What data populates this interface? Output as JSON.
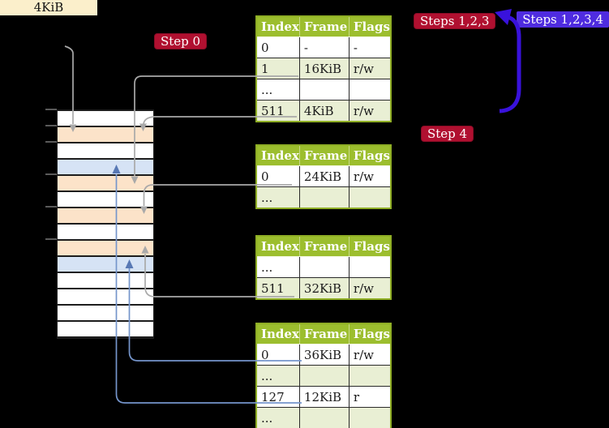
{
  "labels": {
    "frame_4kib": "4KiB",
    "step0": "Step 0",
    "step4": "Step 4",
    "steps123": "Steps 1,2,3",
    "steps1234": "Steps 1,2,3,4"
  },
  "tables": [
    {
      "name": "page-table-level-4",
      "headers": [
        "Index",
        "Frame",
        "Flags"
      ],
      "rows": [
        {
          "cells": [
            "0",
            "-",
            "-"
          ],
          "shade": "white",
          "highlight": false
        },
        {
          "cells": [
            "1",
            "16KiB",
            "r/w"
          ],
          "shade": "green",
          "highlight": false
        },
        {
          "cells": [
            "...",
            "",
            ""
          ],
          "shade": "white",
          "highlight": false
        },
        {
          "cells": [
            "511",
            "4KiB",
            "r/w"
          ],
          "shade": "green",
          "highlight": true
        }
      ]
    },
    {
      "name": "page-table-level-3",
      "headers": [
        "Index",
        "Frame",
        "Flags"
      ],
      "rows": [
        {
          "cells": [
            "0",
            "24KiB",
            "r/w"
          ],
          "shade": "white",
          "highlight": false
        },
        {
          "cells": [
            "...",
            "",
            ""
          ],
          "shade": "green",
          "highlight": false
        }
      ]
    },
    {
      "name": "page-table-level-2",
      "headers": [
        "Index",
        "Frame",
        "Flags"
      ],
      "rows": [
        {
          "cells": [
            "...",
            "",
            ""
          ],
          "shade": "white",
          "highlight": false
        },
        {
          "cells": [
            "511",
            "32KiB",
            "r/w"
          ],
          "shade": "green",
          "highlight": false
        }
      ]
    },
    {
      "name": "page-table-level-1",
      "headers": [
        "Index",
        "Frame",
        "Flags"
      ],
      "rows": [
        {
          "cells": [
            "0",
            "36KiB",
            "r/w"
          ],
          "shade": "white",
          "highlight": false
        },
        {
          "cells": [
            "...",
            "",
            ""
          ],
          "shade": "green",
          "highlight": false
        },
        {
          "cells": [
            "127",
            "12KiB",
            "r"
          ],
          "shade": "white",
          "highlight": false
        },
        {
          "cells": [
            "...",
            "",
            ""
          ],
          "shade": "green",
          "highlight": false
        }
      ]
    }
  ],
  "memory_strip": {
    "rows": [
      "white",
      "peach",
      "white",
      "blue",
      "peach",
      "white",
      "peach",
      "white",
      "peach",
      "blue",
      "white",
      "white",
      "white",
      "white"
    ]
  },
  "colors": {
    "background": "#000000",
    "table_header_green": "#9cbe2e",
    "table_row_green": "#e9efd4",
    "table_border_green": "#8fae25",
    "highlight_yellow": "#fdf8a2",
    "label_cream": "#fbefcb",
    "label_crimson": "#b01030",
    "label_purple": "#4f2ce0",
    "memory_peach": "#fce3c9",
    "memory_blue": "#d6e3f5",
    "arrow_gray": "#a9a9a9",
    "arrow_blue": "#7595cb",
    "big_arrow_blue": "#3912dc"
  }
}
